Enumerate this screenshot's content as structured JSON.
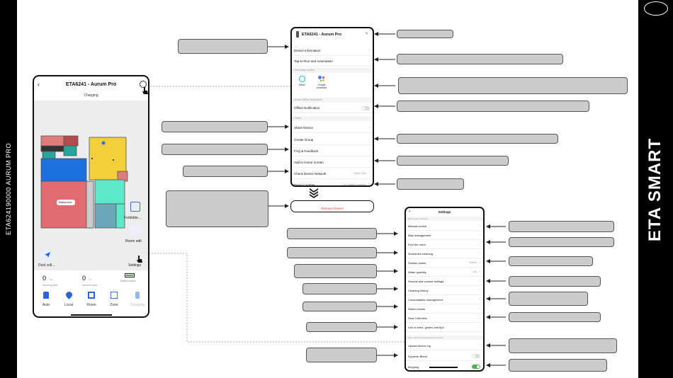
{
  "side_left_text": "ETA624190000 AURUM PRO",
  "brand": "ETA SMART",
  "main_phone": {
    "title": "ETA6241 - Aurum Pro",
    "status": "Charging",
    "map_room_label": "Babyroom",
    "forbidden_label": "Forbidde...",
    "room_edit_label": "Room edit",
    "settings_label": "Settings",
    "dust_label": "Dust coll...",
    "stats": [
      {
        "value": "0",
        "unit": "min",
        "label": "Cleaning time"
      },
      {
        "value": "0",
        "unit": "m²",
        "label": "Cleaned area"
      },
      {
        "value": "",
        "unit": "",
        "label": "Battery status"
      }
    ],
    "modes": [
      "Auto",
      "Local",
      "Room",
      "Zone",
      "Charging"
    ]
  },
  "device_menu": {
    "title": "ETA6241 - Aurum Pro",
    "items": [
      {
        "label": "Device Information"
      },
      {
        "label": "Tap-to-Run and Automation"
      }
    ],
    "third_party_section": "Third-party Control",
    "alexa_label": "Alexa",
    "google_label": "Google Assistant",
    "offline_section": "Device Offline Notification",
    "offline_label": "Offline Notification",
    "others_section": "Others",
    "other_items": [
      {
        "label": "Share Device"
      },
      {
        "label": "Create Group"
      },
      {
        "label": "FAQ & Feedback"
      },
      {
        "label": "Add to Home Screen"
      },
      {
        "label": "Check Device Network",
        "value": "Check Now"
      },
      {
        "label": "Device Update",
        "value": "No updates available"
      }
    ],
    "remove_label": "Remove Device"
  },
  "settings": {
    "title": "Settings",
    "section1": "Basic robot functions",
    "items": [
      {
        "label": "Manual control",
        "value": ""
      },
      {
        "label": "Map management",
        "value": ""
      },
      {
        "label": "Find the robot",
        "value": ""
      },
      {
        "label": "Scheduled cleaning",
        "value": ""
      },
      {
        "label": "Suction power",
        "value": "Infinite"
      },
      {
        "label": "Water quantity",
        "value": "Low"
      },
      {
        "label": "Sounds and volume settings",
        "value": ""
      },
      {
        "label": "Cleaning history",
        "value": ""
      },
      {
        "label": "Consumables management",
        "value": ""
      },
      {
        "label": "Switch robots",
        "value": ""
      },
      {
        "label": "Dust Collection",
        "value": ""
      },
      {
        "label": "Link to hints, guides and tips",
        "value": ""
      }
    ],
    "section2": "More advanced settings and features",
    "upload_label": "Upload device log",
    "dynamic_label": "Dynamic Blend",
    "mopping_label": "Mopping"
  }
}
